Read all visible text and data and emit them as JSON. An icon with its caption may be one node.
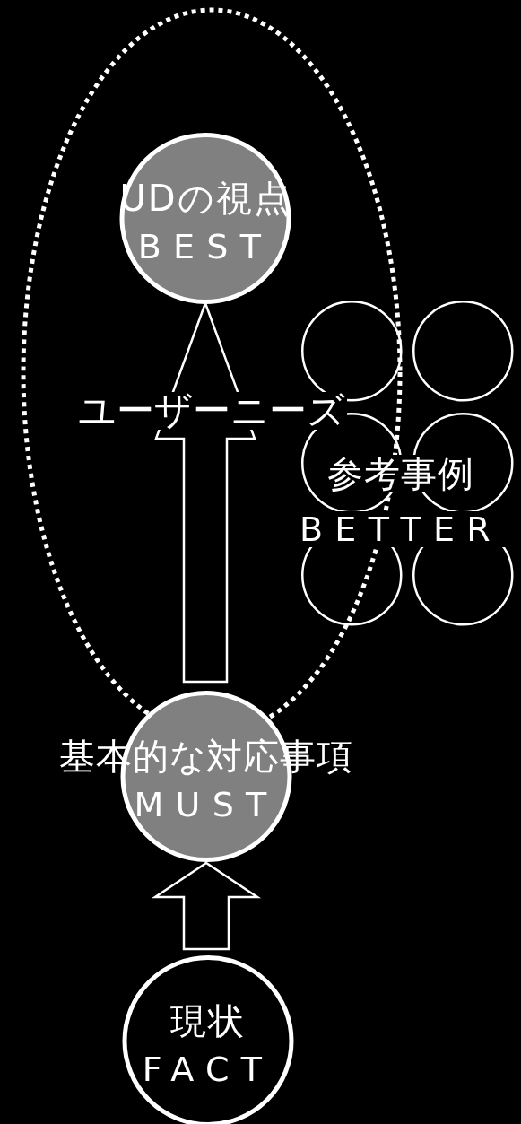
{
  "diagram": {
    "nodes": [
      {
        "text": [
          "UDの視点",
          "BEST"
        ]
      },
      {
        "text": [],
        "shape": "circle"
      },
      {
        "text": [],
        "shape": "circle"
      },
      {
        "text": [],
        "shape": "circle"
      },
      {
        "text": [],
        "shape": "circle"
      },
      {
        "text": [],
        "shape": "circle"
      },
      {
        "text": [],
        "shape": "circle"
      },
      {
        "text": [
          "基本的な対応事項",
          "MUST"
        ]
      },
      {
        "text": [
          "現状",
          "FACT"
        ]
      }
    ],
    "edges": [
      {
        "from": 8,
        "to": 7,
        "arrow": "to"
      },
      {
        "from": 7,
        "to": 0,
        "arrow": "to",
        "label": "ユーザーニーズ"
      }
    ],
    "labels": [
      "参考事例",
      "BETTER"
    ]
  }
}
